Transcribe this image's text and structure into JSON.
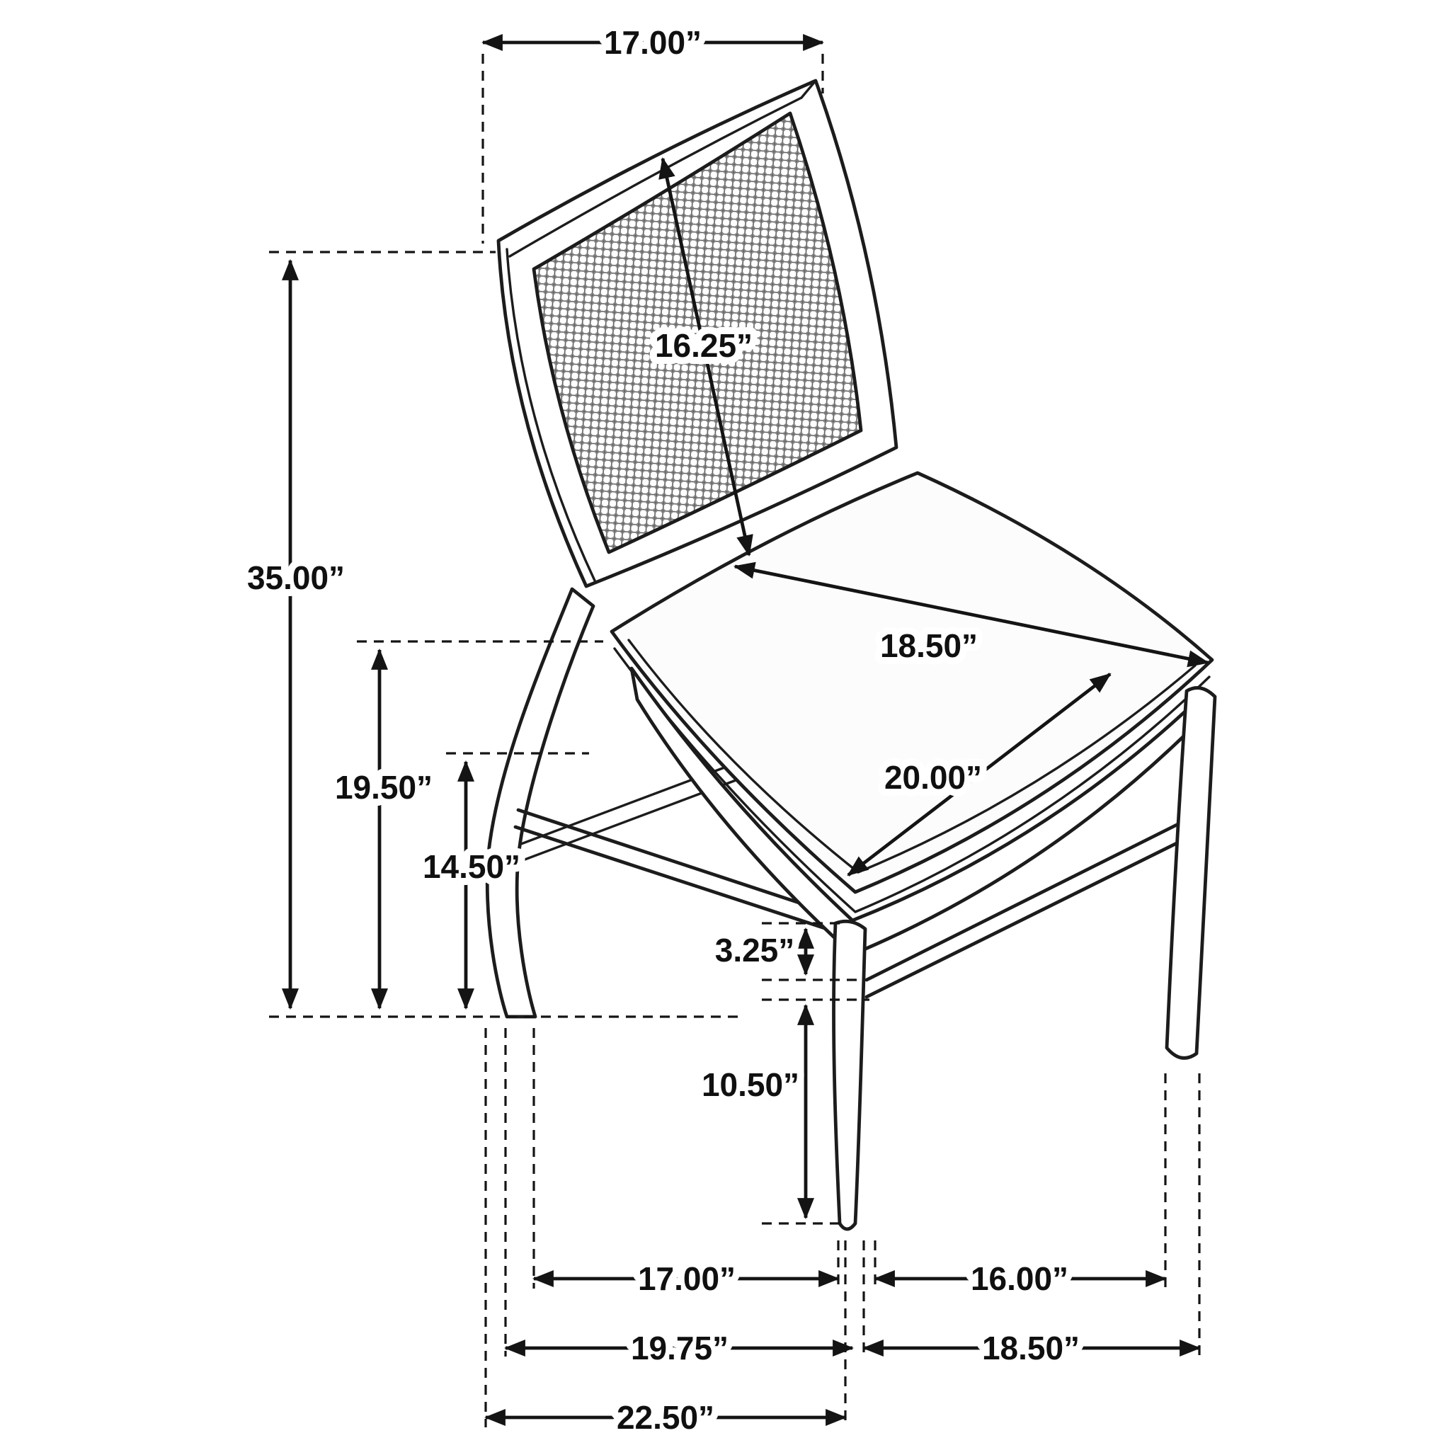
{
  "diagram": {
    "subject": "side-chair-with-cane-back-dimension-drawing",
    "unit": "inches",
    "style": {
      "line_color": "#1c1c1c",
      "background": "#ffffff",
      "mesh_color": "#5a5a5a"
    },
    "dims": {
      "top_width": "17.00”",
      "back_panel": "16.25”",
      "overall_height": "35.00”",
      "back_height": "19.50”",
      "apron_height": "14.50”",
      "seat_depth": "18.50”",
      "seat_width": "20.00”",
      "stretcher_gap": "3.25”",
      "leg_height": "10.50”",
      "front_leg_span": "17.00”",
      "side_leg_span": "16.00”",
      "base_width": "19.75”",
      "base_depth": "18.50”",
      "overall_depth": "22.50”"
    }
  }
}
